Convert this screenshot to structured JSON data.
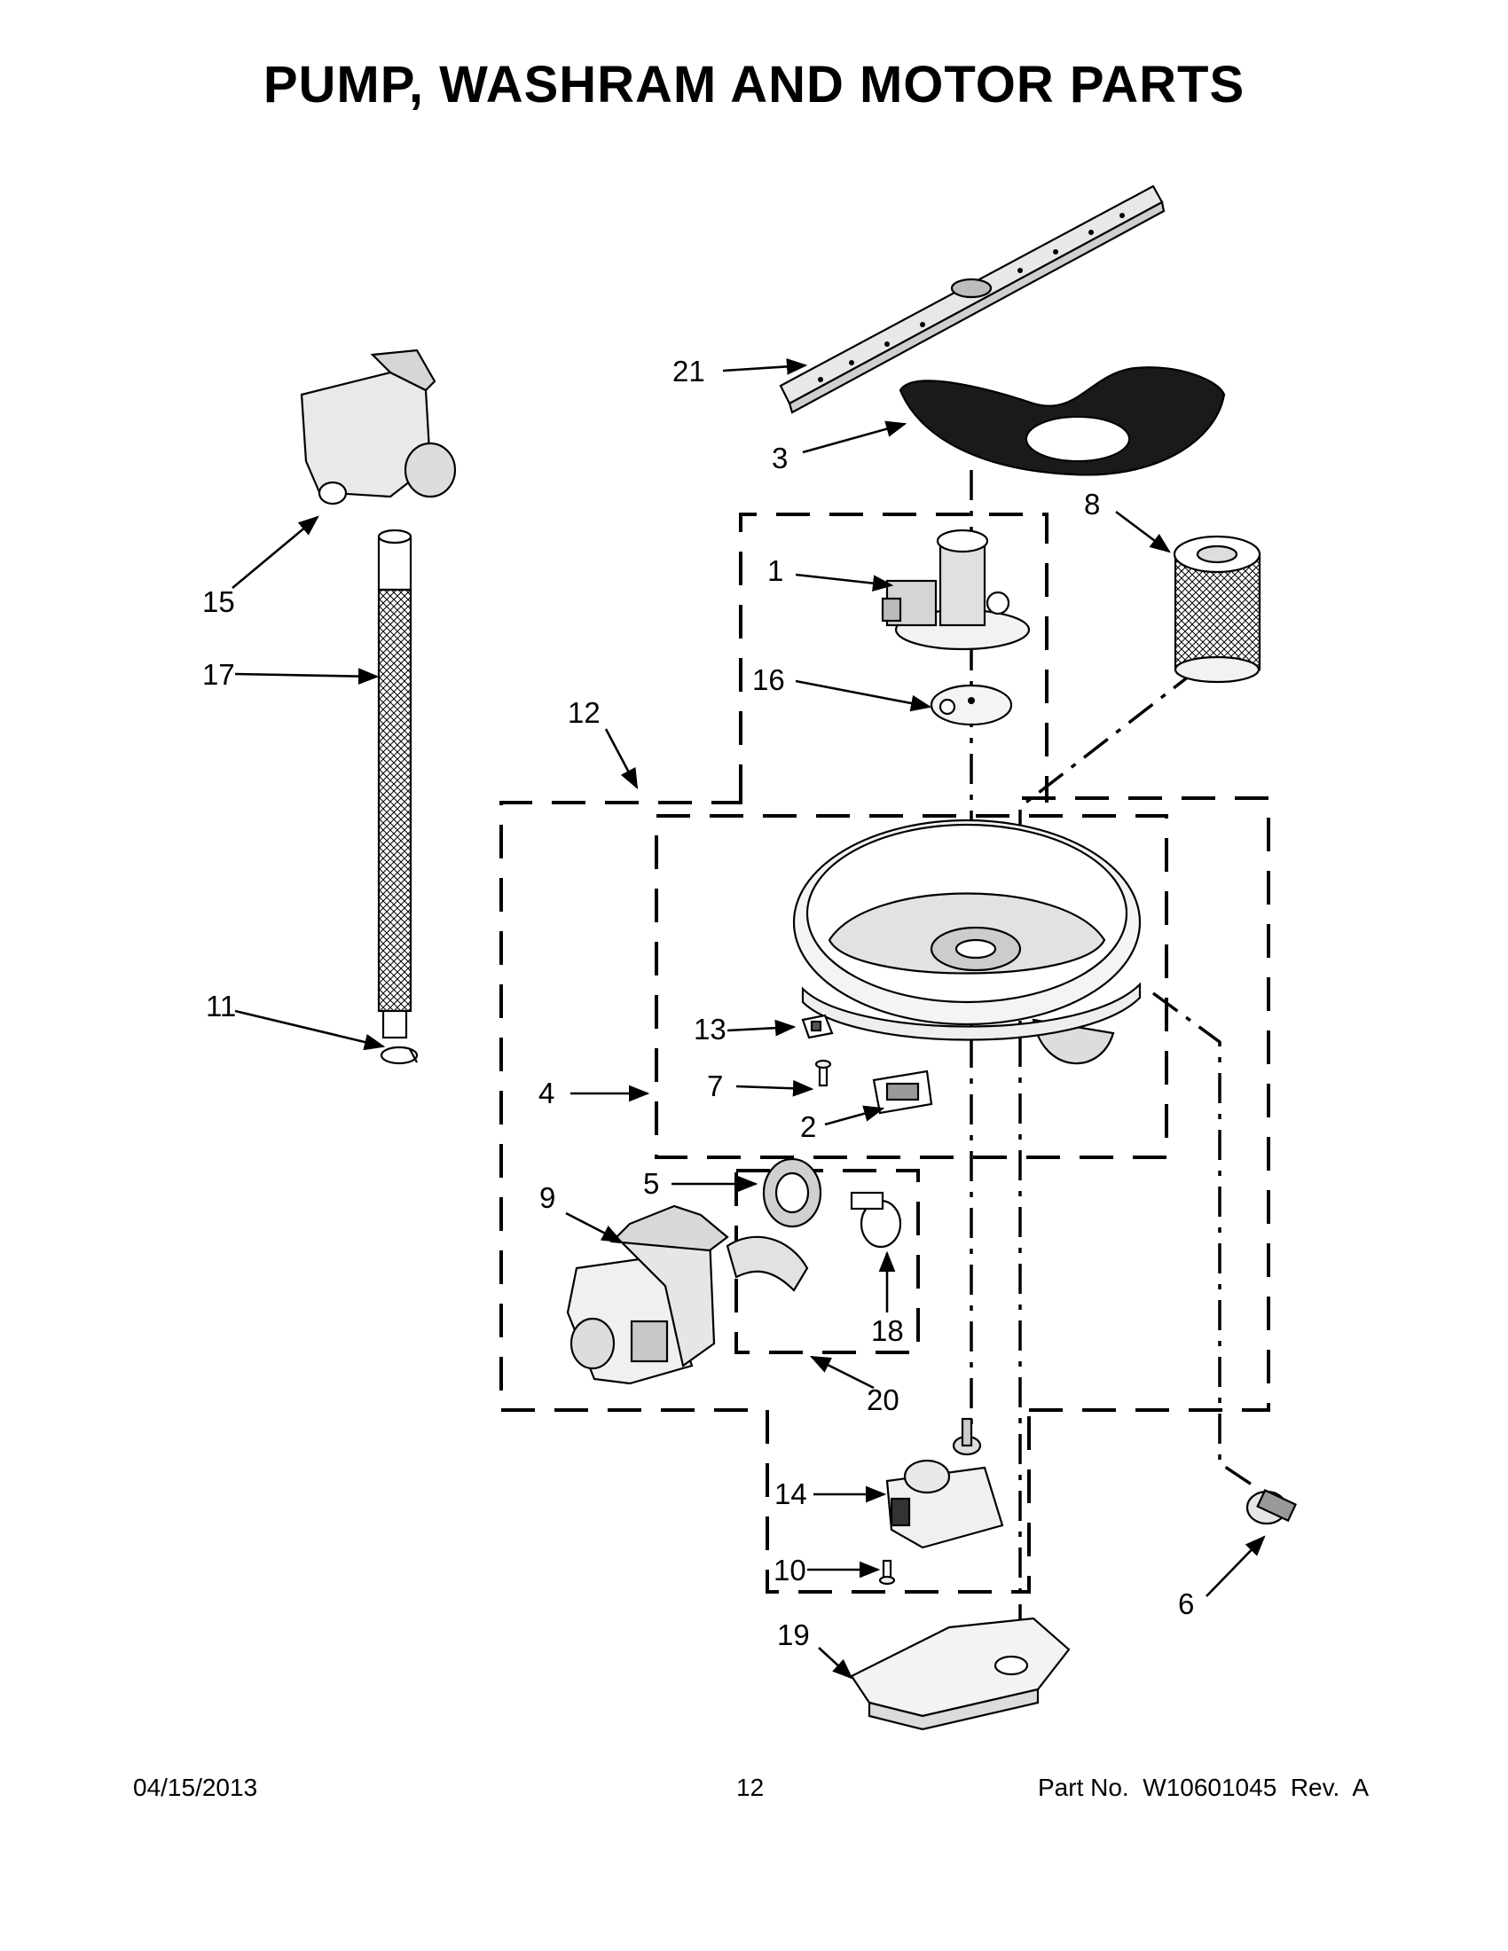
{
  "title": "PUMP, WASHRAM AND MOTOR PARTS",
  "footer": {
    "date": "04/15/2013",
    "page": "12",
    "part_no": "Part No.  W10601045  Rev.  A"
  },
  "callouts": {
    "c1": "1",
    "c2": "2",
    "c3": "3",
    "c4": "4",
    "c5": "5",
    "c6": "6",
    "c7": "7",
    "c8": "8",
    "c9": "9",
    "c10": "10",
    "c11": "11",
    "c12": "12",
    "c13": "13",
    "c14": "14",
    "c15": "15",
    "c16": "16",
    "c17": "17",
    "c18": "18",
    "c19": "19",
    "c20": "20",
    "c21": "21"
  }
}
